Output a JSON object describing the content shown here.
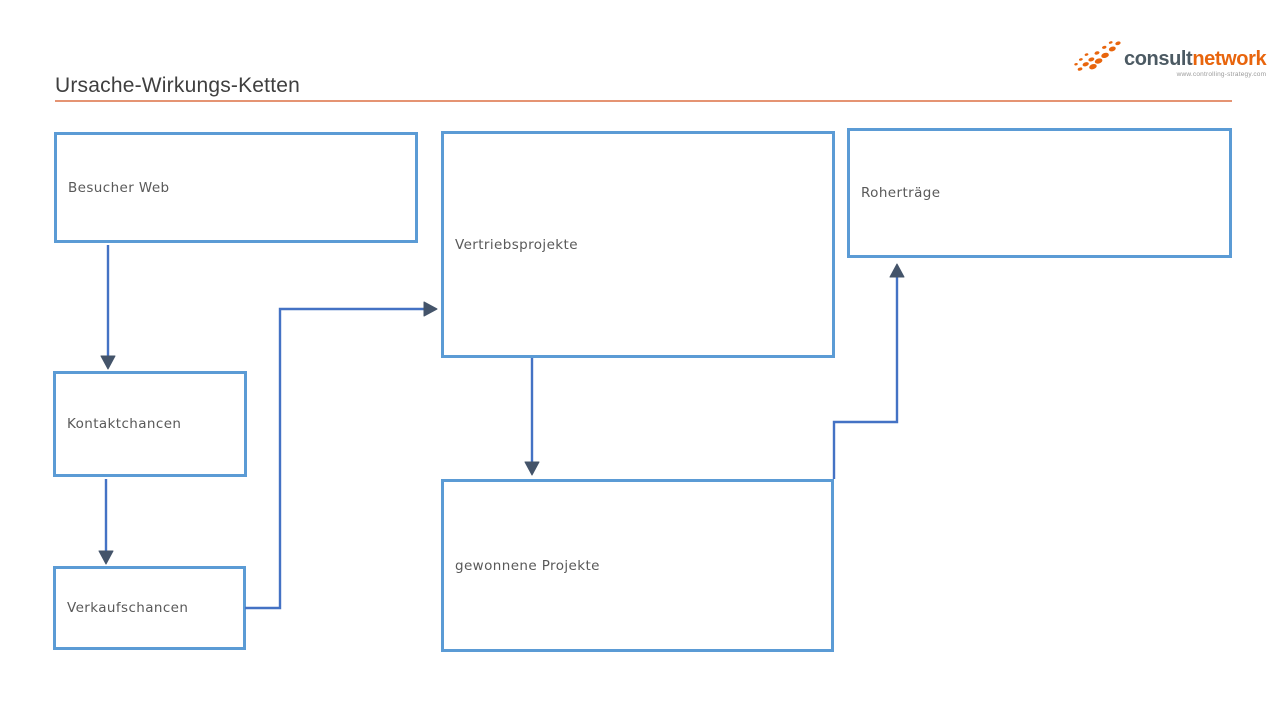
{
  "header": {
    "title": "Ursache-Wirkungs-Ketten"
  },
  "logo": {
    "name_part1": "consult",
    "name_part2": "network",
    "tagline": "www.controlling-strategy.com"
  },
  "diagram": {
    "nodes": [
      {
        "id": "besucher-web",
        "label": "Besucher Web"
      },
      {
        "id": "kontaktchancen",
        "label": "Kontaktchancen"
      },
      {
        "id": "verkaufschancen",
        "label": "Verkaufschancen"
      },
      {
        "id": "vertriebsprojekte",
        "label": "Vertriebsprojekte"
      },
      {
        "id": "gewonnene-projekte",
        "label": "gewonnene Projekte"
      },
      {
        "id": "rohertraege",
        "label": "Roherträge"
      }
    ],
    "edges": [
      {
        "from": "besucher-web",
        "to": "kontaktchancen"
      },
      {
        "from": "kontaktchancen",
        "to": "verkaufschancen"
      },
      {
        "from": "verkaufschancen",
        "to": "vertriebsprojekte"
      },
      {
        "from": "vertriebsprojekte",
        "to": "gewonnene-projekte"
      },
      {
        "from": "gewonnene-projekte",
        "to": "rohertraege"
      }
    ]
  },
  "colors": {
    "box_border": "#5B9BD5",
    "connector": "#4472C4",
    "arrowhead": "#44546A",
    "title_text": "#3F3F3F",
    "label_text": "#595959",
    "title_rule": "#E59473",
    "logo_orange": "#E8650D",
    "logo_dark": "#4C5A63"
  }
}
